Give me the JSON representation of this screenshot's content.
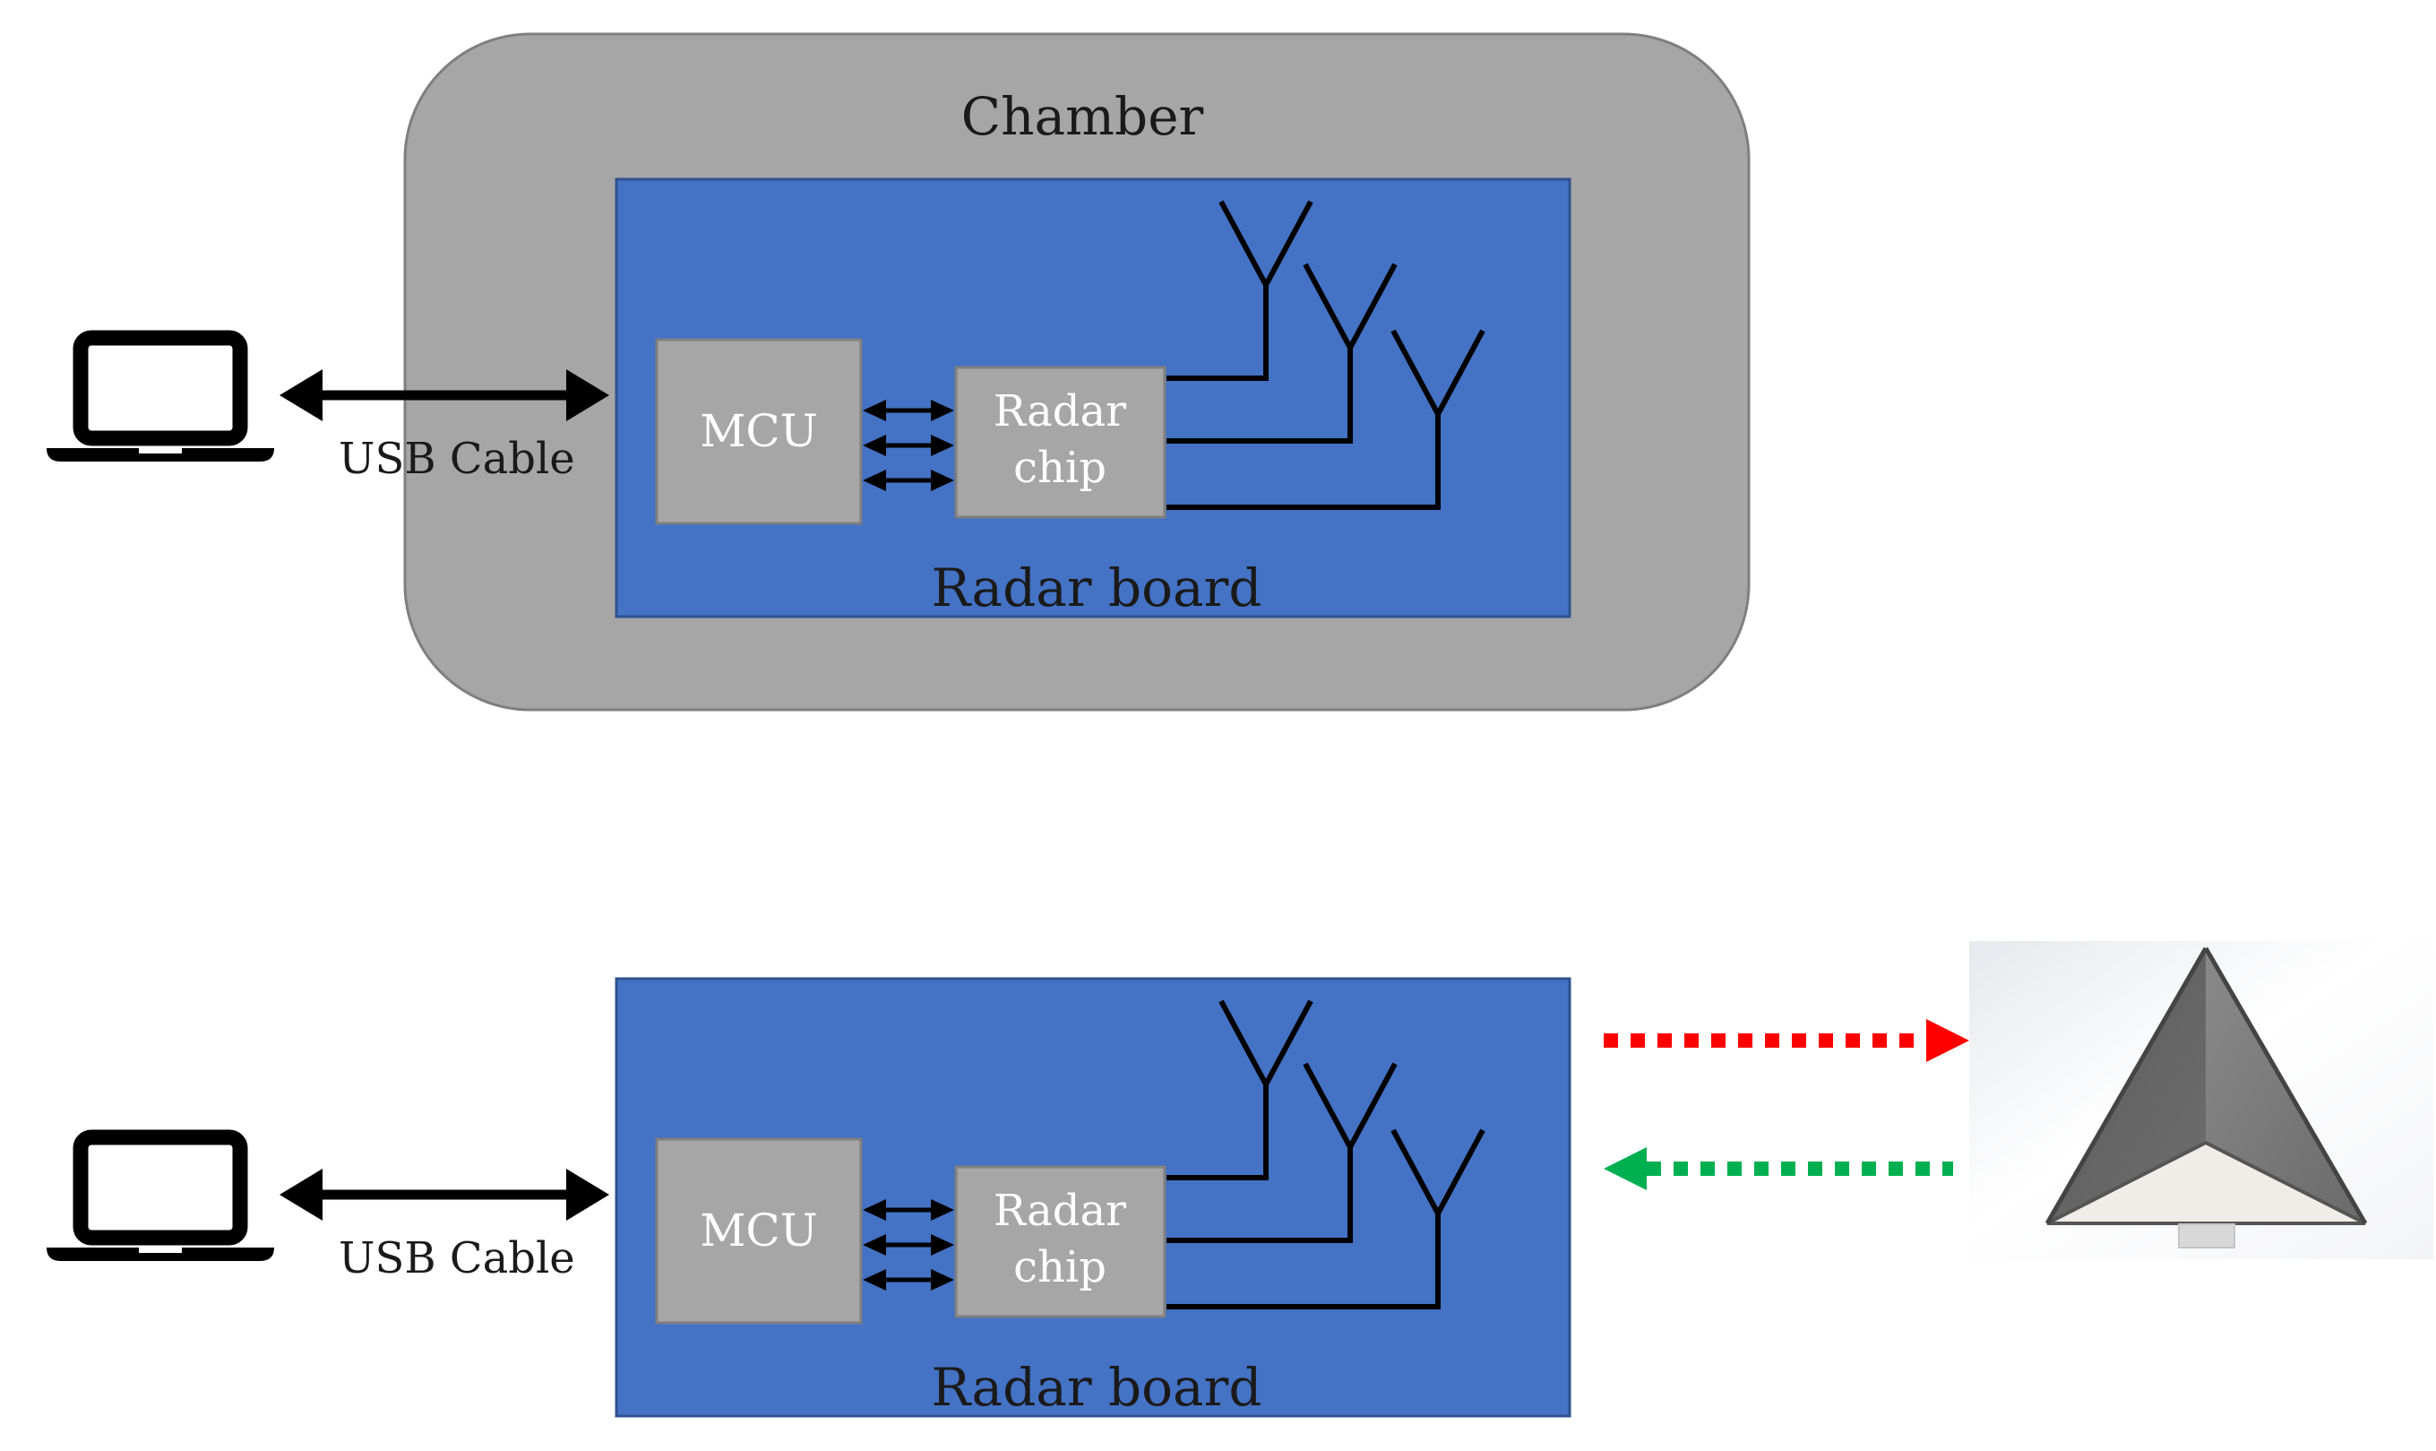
{
  "colors": {
    "chamber_fill": "#a6a6a6",
    "chamber_stroke": "#7f7f7f",
    "board_fill": "#4472c4",
    "board_stroke": "#2f528f",
    "chip_fill": "#a6a6a6",
    "chip_stroke": "#7f7f7f",
    "tx_arrow": "#ff0000",
    "rx_arrow": "#00b050",
    "line": "#000000"
  },
  "top_setup": {
    "chamber_label": "Chamber",
    "mcu_label": "MCU",
    "radar_chip_label_line1": "Radar",
    "radar_chip_label_line2": "chip",
    "board_label": "Radar board",
    "cable_label": "USB Cable"
  },
  "bottom_setup": {
    "mcu_label": "MCU",
    "radar_chip_label_line1": "Radar",
    "radar_chip_label_line2": "chip",
    "board_label": "Radar board",
    "cable_label": "USB Cable"
  },
  "icons": {
    "laptop": "laptop-icon",
    "antenna": "antenna-icon",
    "reflector": "corner-reflector-icon"
  }
}
